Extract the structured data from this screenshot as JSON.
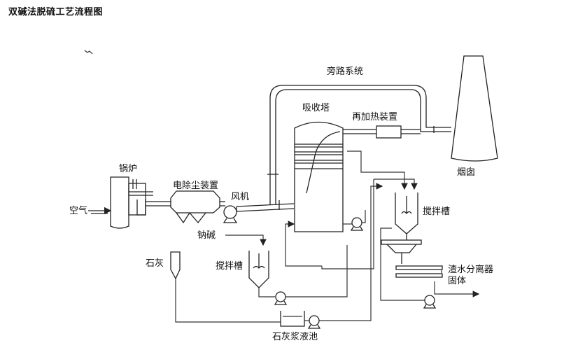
{
  "title": "双碱法脱硫工艺流程图",
  "labels": {
    "boiler": "锅炉",
    "air": "空气",
    "dust_removal": "电除尘装置",
    "fan": "风机",
    "sodium_alkali": "钠碱",
    "absorber": "吸收塔",
    "bypass": "旁路系统",
    "reheater": "再加热装置",
    "chimney": "烟囱",
    "mixer_right": "搅拌槽",
    "mixer_left": "搅拌槽",
    "lime": "石灰",
    "slurry_tank": "石灰浆液池",
    "separator": "渣水分离器",
    "solid": "固体"
  },
  "colors": {
    "line": "#222222",
    "background": "#ffffff"
  }
}
